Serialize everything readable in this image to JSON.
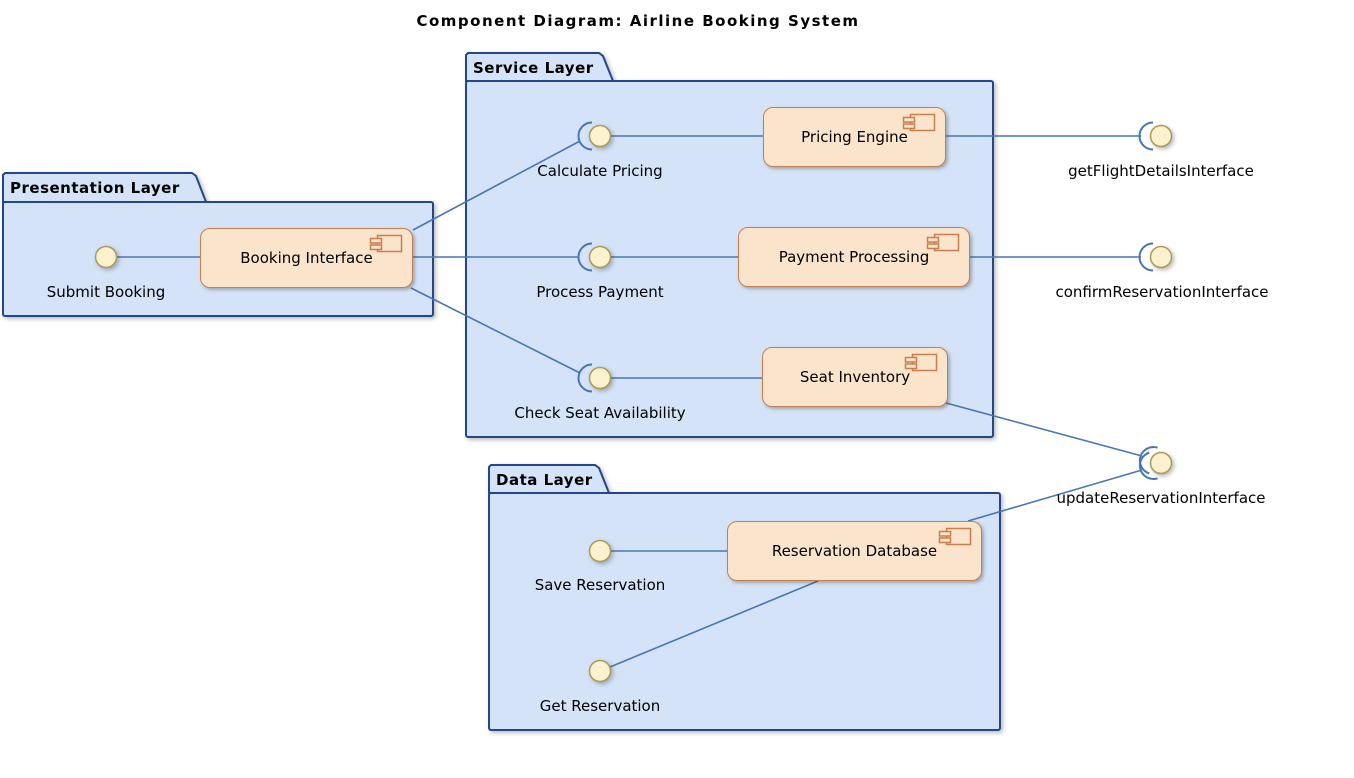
{
  "title": "Component Diagram: Airline Booking System",
  "colors": {
    "package_fill": "#D4E3F7",
    "package_border": "#24478B",
    "connector": "#4677B3",
    "component_fill": "#FBE4CC",
    "component_border": "#C77F4D",
    "interface_ball_fill": "#FCF1CE",
    "interface_ball_border": "#AB9A55",
    "text": "#000000",
    "background": "#FFFFFF"
  },
  "packages": [
    {
      "id": "presentation",
      "label": "Presentation Layer"
    },
    {
      "id": "service",
      "label": "Service Layer"
    },
    {
      "id": "data",
      "label": "Data Layer"
    }
  ],
  "components": [
    {
      "id": "booking-interface",
      "label": "Booking Interface",
      "package": "Presentation Layer"
    },
    {
      "id": "pricing-engine",
      "label": "Pricing Engine",
      "package": "Service Layer"
    },
    {
      "id": "payment-processing",
      "label": "Payment Processing",
      "package": "Service Layer"
    },
    {
      "id": "seat-inventory",
      "label": "Seat Inventory",
      "package": "Service Layer"
    },
    {
      "id": "reservation-database",
      "label": "Reservation Database",
      "package": "Data Layer"
    }
  ],
  "interfaces": [
    {
      "id": "submit-booking",
      "label": "Submit Booking",
      "kind": "ball"
    },
    {
      "id": "calculate-pricing",
      "label": "Calculate Pricing",
      "kind": "ball-socket"
    },
    {
      "id": "process-payment",
      "label": "Process Payment",
      "kind": "ball-socket"
    },
    {
      "id": "check-seat-availability",
      "label": "Check Seat Availability",
      "kind": "ball-socket"
    },
    {
      "id": "save-reservation",
      "label": "Save Reservation",
      "kind": "ball"
    },
    {
      "id": "get-reservation",
      "label": "Get Reservation",
      "kind": "ball"
    },
    {
      "id": "get-flight-details",
      "label": "getFlightDetailsInterface",
      "kind": "ball-socket"
    },
    {
      "id": "confirm-reservation",
      "label": "confirmReservationInterface",
      "kind": "ball-socket"
    },
    {
      "id": "update-reservation",
      "label": "updateReservationInterface",
      "kind": "ball-double-socket"
    }
  ],
  "connections": [
    {
      "from": "submit-booking",
      "to": "booking-interface"
    },
    {
      "from": "booking-interface",
      "to": "calculate-pricing"
    },
    {
      "from": "booking-interface",
      "to": "process-payment"
    },
    {
      "from": "booking-interface",
      "to": "check-seat-availability"
    },
    {
      "from": "calculate-pricing",
      "to": "pricing-engine"
    },
    {
      "from": "process-payment",
      "to": "payment-processing"
    },
    {
      "from": "check-seat-availability",
      "to": "seat-inventory"
    },
    {
      "from": "pricing-engine",
      "to": "get-flight-details"
    },
    {
      "from": "payment-processing",
      "to": "confirm-reservation"
    },
    {
      "from": "seat-inventory",
      "to": "update-reservation"
    },
    {
      "from": "reservation-database",
      "to": "update-reservation"
    },
    {
      "from": "save-reservation",
      "to": "reservation-database"
    },
    {
      "from": "get-reservation",
      "to": "reservation-database"
    }
  ]
}
